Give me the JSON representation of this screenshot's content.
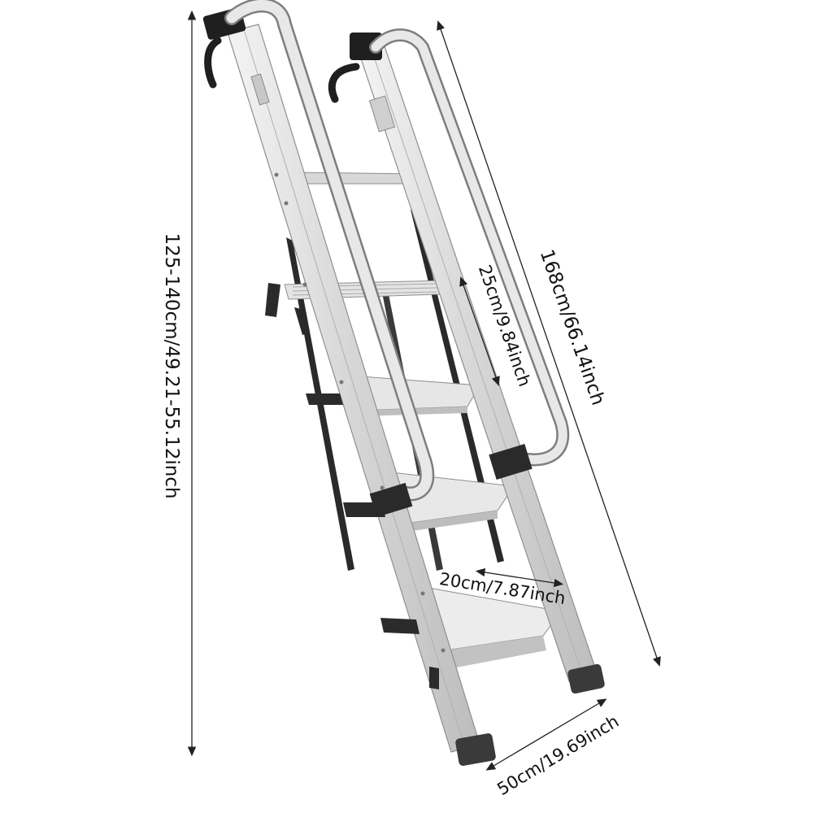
{
  "product_image": {
    "dimensions": {
      "total_height": "125-140cm/49.21-55.12inch",
      "ladder_length": "168cm/66.14inch",
      "step_spacing": "25cm/9.84inch",
      "step_depth": "20cm/7.87inch",
      "base_width": "50cm/19.69inch"
    },
    "colors": {
      "aluminum": "#dcdcdc",
      "aluminum_edge": "#9a9a9a",
      "black_parts": "#1e1e1e",
      "dimension_line": "#222222"
    }
  }
}
